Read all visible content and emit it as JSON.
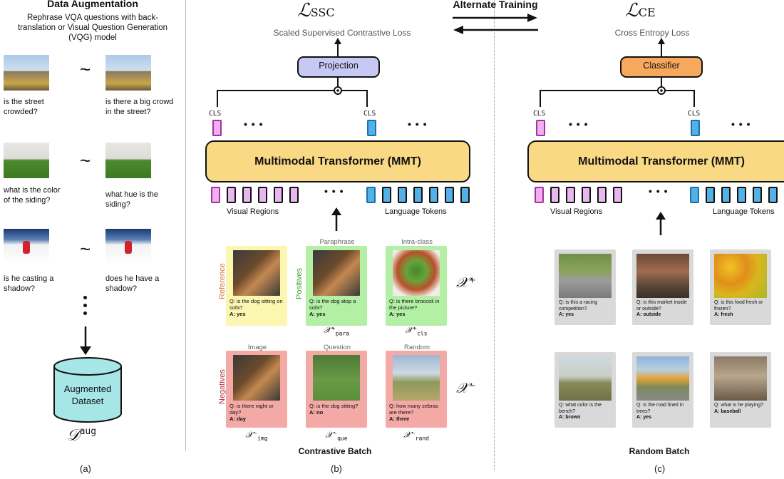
{
  "colors": {
    "projection": "#c8c8f5",
    "classifier": "#f6a95c",
    "mmt": "#fad985",
    "reference": "#fbf7b1",
    "positives": "#b3f0a6",
    "negatives": "#f3a9a6",
    "random_card": "#d9d9d9",
    "visual_token": "#e7b8ee",
    "language_token": "#53b1e6"
  },
  "panel_a": {
    "title": "Data Augmentation",
    "subtitle": "Rephrase VQA questions with back-translation or Visual Question Generation (VQG) model",
    "pairs": [
      {
        "left": "is the street crowded?",
        "right": "is there a big crowd in the street?"
      },
      {
        "left": "what is the color of the siding?",
        "right": "what hue is the siding?"
      },
      {
        "left": "is he casting a shadow?",
        "right": "does he have a shadow?"
      }
    ],
    "tilde": "~",
    "dots": "•\n•\n•",
    "db_label": "Augmented Dataset",
    "db_symbol_main": "𝒟",
    "db_symbol_sup": "aug",
    "label": "(a)"
  },
  "top": {
    "alt_training": "Alternate Training",
    "loss_ssc_main": "ℒ",
    "loss_ssc_sub": "SSC",
    "loss_ssc_name": "Scaled Supervised Contrastive Loss",
    "loss_ce_main": "ℒ",
    "loss_ce_sub": "CE",
    "loss_ce_name": "Cross Entropy Loss"
  },
  "panel_b": {
    "projection": "Projection",
    "cls": "CLS",
    "ellipsis": "• • •",
    "mmt": "Multimodal Transformer (MMT)",
    "visual_regions": "Visual Regions",
    "language_tokens": "Language Tokens",
    "side_reference": "Reference",
    "side_positives": "Positives",
    "side_negatives": "Negatives",
    "cap_paraphrase": "Paraphrase",
    "cap_intraclass": "Intra-class",
    "cap_image": "Image",
    "cap_question": "Question",
    "cap_random": "Random",
    "cards": [
      {
        "q": "Q: is the dog sitting on sofa?",
        "a": "A: yes"
      },
      {
        "q": "Q: is the dog atop a sofa?",
        "a": "A: yes"
      },
      {
        "q": "Q: is there broccoli in the picture?",
        "a": "A: yes"
      },
      {
        "q": "Q: is there night or day?",
        "a": "A: day"
      },
      {
        "q": "Q: is the dog sitting?",
        "a": "A: no"
      },
      {
        "q": "Q: how many zebras are there?",
        "a": "A: three"
      }
    ],
    "sym_para": "𝒳⁺",
    "sym_para_sub": "para",
    "sym_cls_sub": "cls",
    "sym_img_sub": "img",
    "sym_que_sub": "que",
    "sym_rand_sub": "rand",
    "sym_neg": "𝒳⁻",
    "x_plus": "𝒳⁺",
    "x_minus": "𝒳⁻",
    "batch": "Contrastive Batch",
    "label": "(b)"
  },
  "panel_c": {
    "classifier": "Classifier",
    "cls": "CLS",
    "ellipsis": "• • •",
    "mmt": "Multimodal Transformer (MMT)",
    "visual_regions": "Visual Regions",
    "language_tokens": "Language Tokens",
    "cards": [
      {
        "q": "Q: is this a racing competition?",
        "a": "A: yes"
      },
      {
        "q": "Q: is this market inside or outside?",
        "a": "A: outside"
      },
      {
        "q": "Q: is this food fresh or frozen?",
        "a": "A: fresh"
      },
      {
        "q": "Q: what color is the bench?",
        "a": "A: brown"
      },
      {
        "q": "Q: is the road lined in trees?",
        "a": "A: yes"
      },
      {
        "q": "Q: what is he playing?",
        "a": "A: baseball"
      }
    ],
    "batch": "Random Batch",
    "label": "(c)"
  }
}
